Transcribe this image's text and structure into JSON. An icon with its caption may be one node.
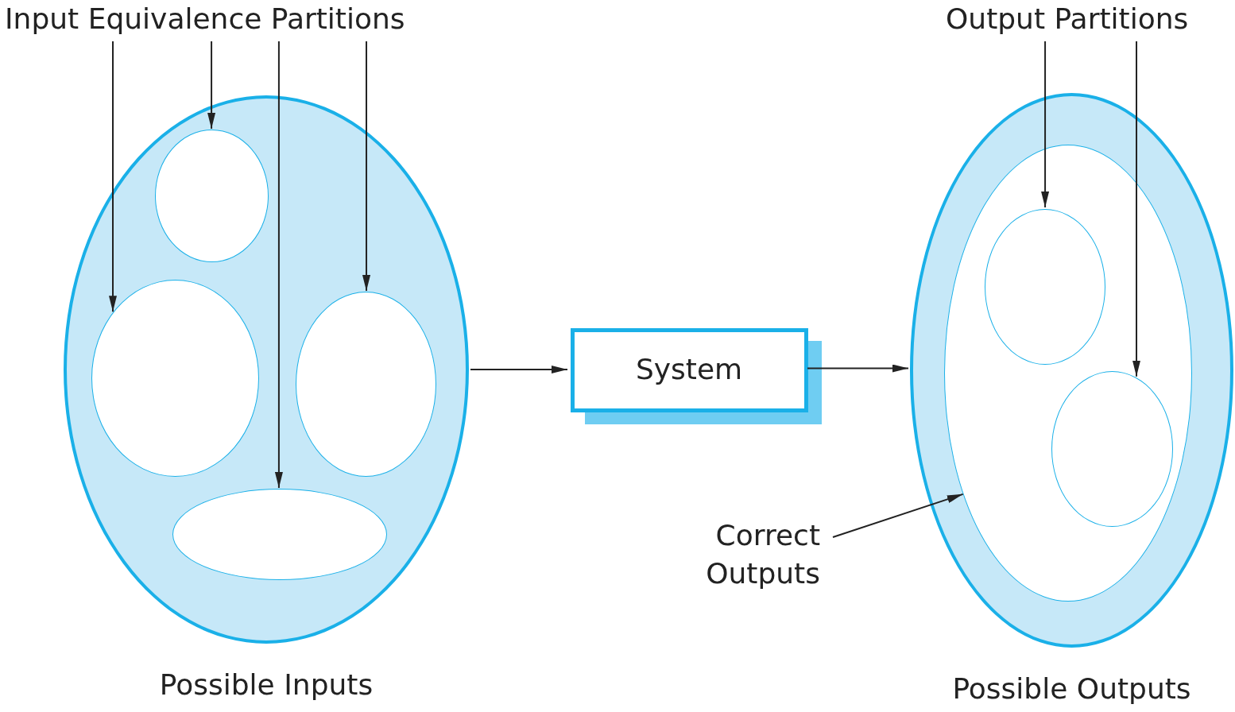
{
  "diagram": {
    "nodes": [
      {
        "text": [
          "Input Equivalence Partitions"
        ]
      },
      {
        "text": [
          "Output Partitions"
        ]
      },
      {
        "text": [
          "Possible Inputs"
        ]
      },
      {
        "text": [],
        "shape": "ellipse",
        "in": 2
      },
      {
        "text": [],
        "shape": "ellipse",
        "in": 2
      },
      {
        "text": [],
        "shape": "ellipse",
        "in": 2
      },
      {
        "text": [],
        "shape": "ellipse",
        "in": 2
      },
      {
        "text": [
          "System"
        ]
      },
      {
        "text": [
          "Possible Outputs"
        ]
      },
      {
        "text": [],
        "shape": "ellipse",
        "in": 8
      },
      {
        "text": [],
        "shape": "ellipse",
        "in": 9
      },
      {
        "text": [],
        "shape": "ellipse",
        "in": 9
      },
      {
        "text": [
          "Correct Outputs"
        ]
      }
    ],
    "edges": [
      {
        "from": 0,
        "to": 4,
        "arrow": "to"
      },
      {
        "from": 0,
        "to": 3,
        "arrow": "to"
      },
      {
        "from": 0,
        "to": 6,
        "arrow": "to"
      },
      {
        "from": 0,
        "to": 5,
        "arrow": "to"
      },
      {
        "from": 2,
        "to": 7,
        "arrow": "to"
      },
      {
        "from": 7,
        "to": 8,
        "arrow": "to"
      },
      {
        "from": 1,
        "to": 10,
        "arrow": "to"
      },
      {
        "from": 1,
        "to": 11,
        "arrow": "to"
      },
      {
        "from": 12,
        "to": 9,
        "arrow": "to"
      }
    ]
  }
}
